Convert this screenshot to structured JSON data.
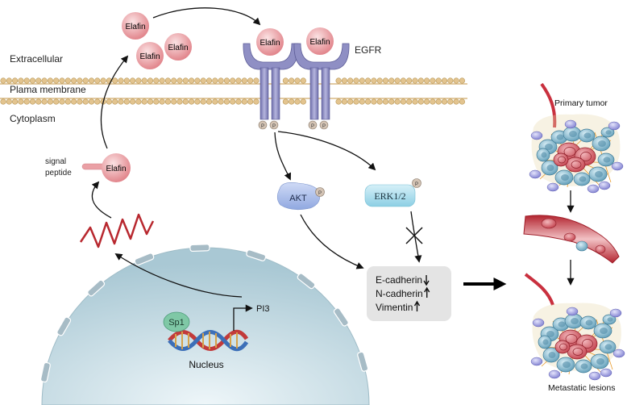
{
  "labels": {
    "extracellular": "Extracellular",
    "plasma_membrane": "Plama membrane",
    "cytoplasm": "Cytoplasm",
    "egfr": "EGFR",
    "elafin": "Elafin",
    "signal_peptide_line1": "signal",
    "signal_peptide_line2": "peptide",
    "akt": "AKT",
    "erk": "ERK1/2",
    "phospho": "P",
    "sp1": "Sp1",
    "pi3": "PI3",
    "nucleus": "Nucleus",
    "primary_tumor": "Primary tumor",
    "metastatic_lesions": "Metastatic lesions"
  },
  "markers": [
    {
      "name": "E-cadherin",
      "direction": "down"
    },
    {
      "name": "N-cadherin",
      "direction": "up"
    },
    {
      "name": "Vimentin",
      "direction": "up"
    }
  ],
  "colors": {
    "elafin": "#e8888c",
    "receptor": "#8f8fc4",
    "membrane": "#d9b884",
    "akt": "#a9bde8",
    "erk": "#a6dcec",
    "nucleus": "#c4dbe4",
    "tumor_blue": "#7fb4cc",
    "tumor_red": "#d2555f",
    "vessel": "#c9303e",
    "marker_box": "#e4e4e4"
  }
}
